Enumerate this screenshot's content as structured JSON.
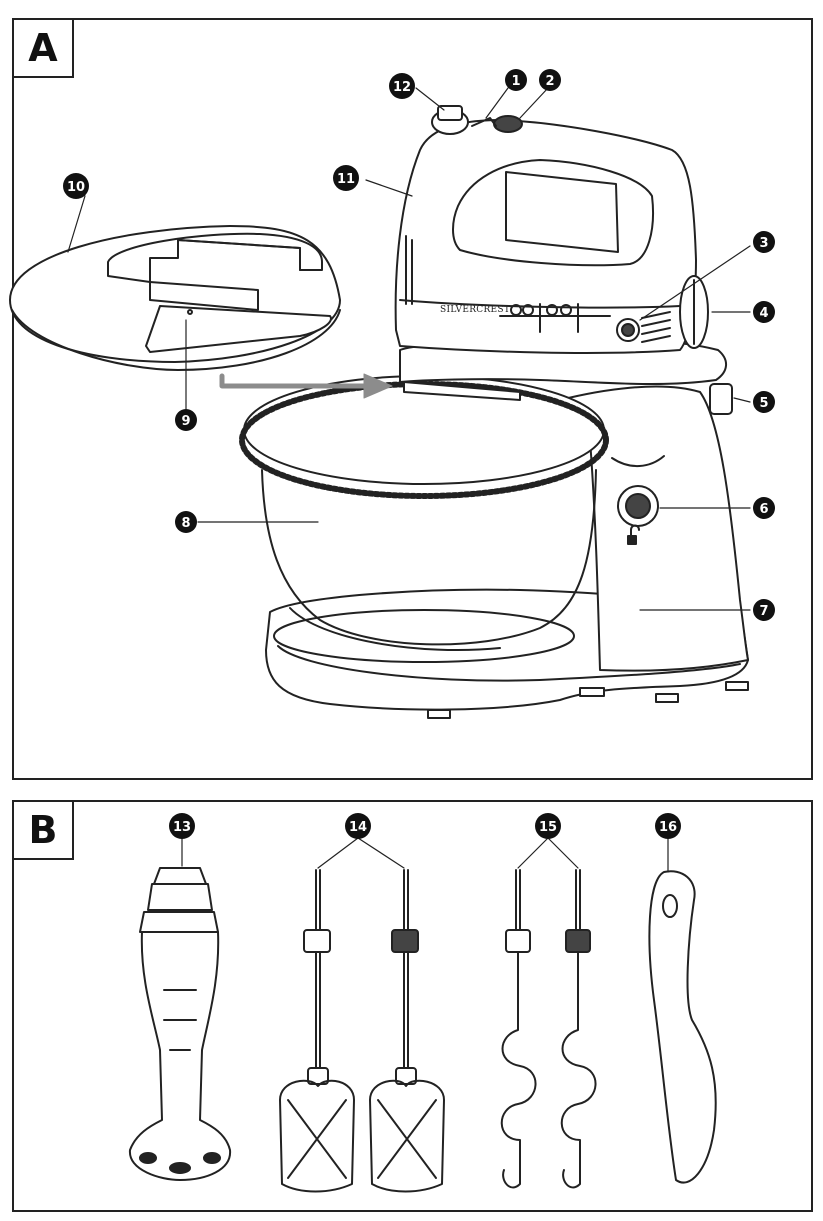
{
  "panels": {
    "a": {
      "label": "A"
    },
    "b": {
      "label": "B"
    }
  },
  "brand": "SILVERCREST",
  "callouts": {
    "c1": "1",
    "c2": "2",
    "c3": "3",
    "c4": "4",
    "c5": "5",
    "c6": "6",
    "c7": "7",
    "c8": "8",
    "c9": "9",
    "c10": "10",
    "c11": "11",
    "c12": "12",
    "c13": "13",
    "c14": "14",
    "c15": "15",
    "c16": "16"
  },
  "colors": {
    "line": "#222222",
    "arrow": "#8c8c8c",
    "callout_fill": "#111111"
  }
}
